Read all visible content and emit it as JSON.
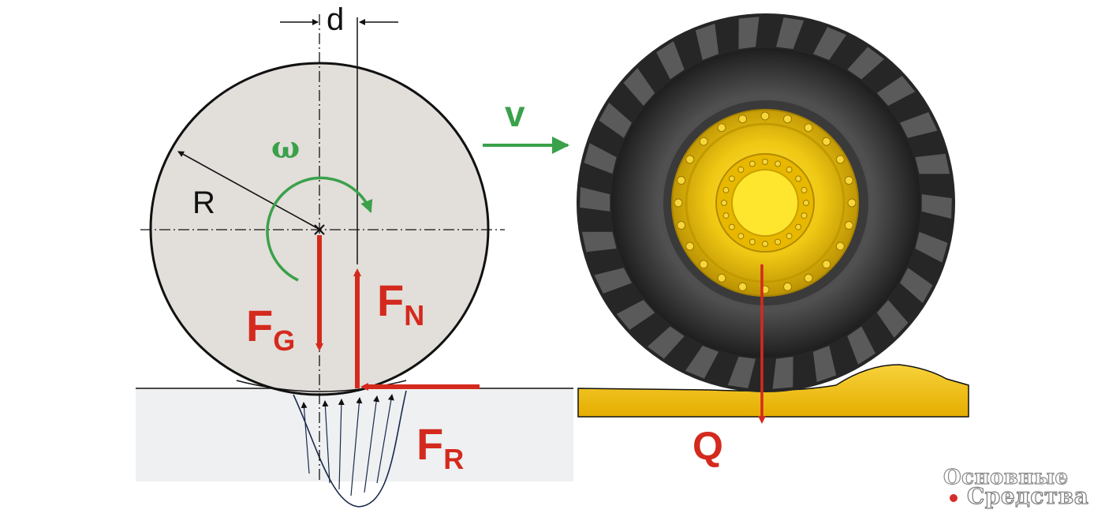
{
  "left_diagram": {
    "labels": {
      "d": "d",
      "omega": "ω",
      "radius": "R",
      "gravity_force": "F",
      "gravity_sub": "G",
      "normal_force": "F",
      "normal_sub": "N",
      "rolling_resistance": "F",
      "rolling_sub": "R"
    }
  },
  "right_diagram": {
    "labels": {
      "velocity": "v",
      "load": "Q"
    }
  },
  "watermark": {
    "line1": "Основные",
    "line2": "Средства"
  },
  "colors": {
    "force_red": "#d42a1e",
    "motion_green": "#3aa14a",
    "wheel_fill": "#e2deda",
    "ground": "#eef0f2",
    "soil_yellow": "#f2c200",
    "rim_yellow": "#f0c814",
    "tire_dark": "#2b2b2b"
  }
}
